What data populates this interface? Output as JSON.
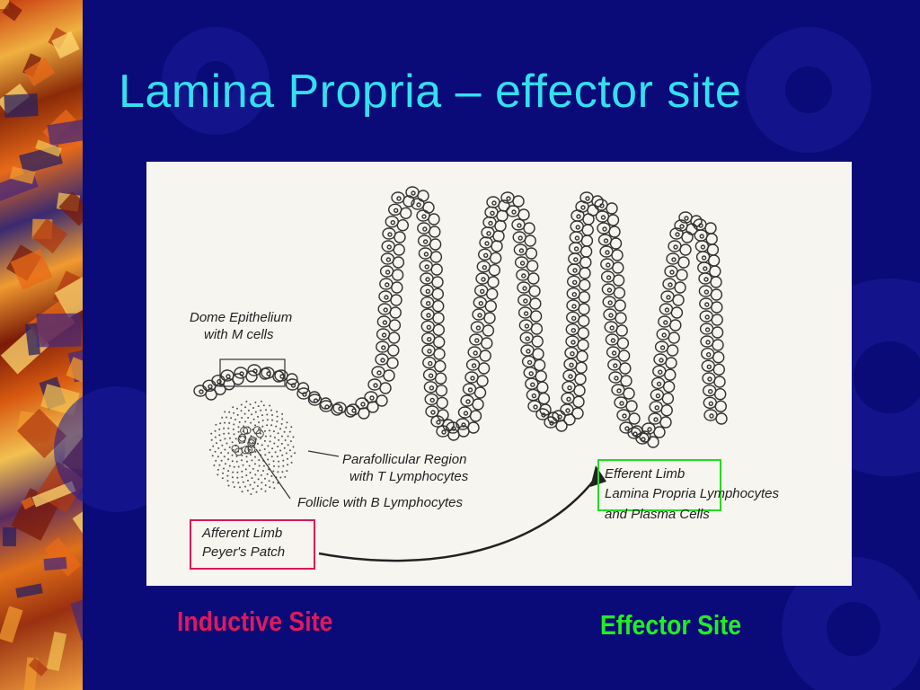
{
  "slide": {
    "title": "Lamina Propria – effector site"
  },
  "figure": {
    "labels": {
      "dome_epithelium": "Dome Epithelium",
      "with_m_cells": "with M cells",
      "parafollicular_region": "Parafollicular Region",
      "with_t_lymphocytes": "with T Lymphocytes",
      "follicle_b": "Follicle with B Lymphocytes",
      "afferent_limb": "Afferent Limb",
      "peyers_patch": "Peyer's Patch",
      "efferent_limb": "Efferent Limb",
      "lamina_propria_lymphocytes": "Lamina Propria Lymphocytes",
      "and_plasma_cells": "and Plasma Cells"
    }
  },
  "captions": {
    "inductive_site": "Inductive Site",
    "effector_site": "Effector Site"
  },
  "colors": {
    "background": "#0a0a78",
    "title": "#33e0f0",
    "inductive": "#dd1a5e",
    "effector": "#22ee22"
  }
}
